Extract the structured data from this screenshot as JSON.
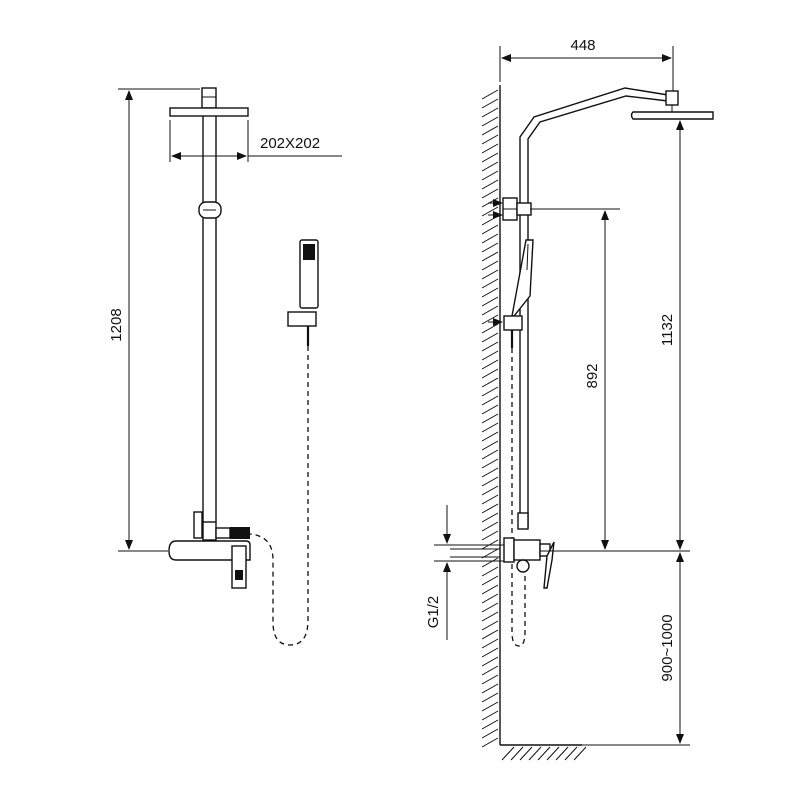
{
  "dimensions": {
    "front_height": "1208",
    "head_size": "202X202",
    "arm_reach": "448",
    "head_height": "1132",
    "slider_range": "892",
    "inlet_thread": "G1/2",
    "mount_height": "900~1000"
  },
  "colors": {
    "ink": "#111111",
    "paper": "#ffffff"
  }
}
